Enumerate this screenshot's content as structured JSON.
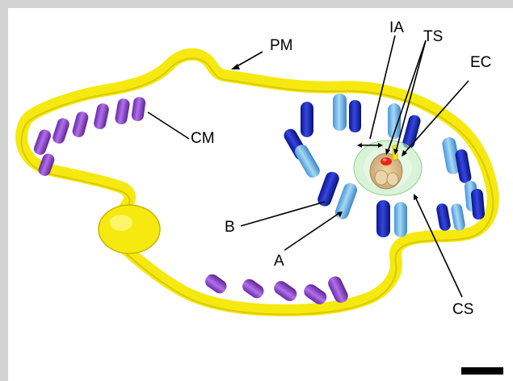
{
  "labels": {
    "pm": "PM",
    "cm": "CM",
    "ia": "IA",
    "ts": "TS",
    "ec": "EC",
    "b": "B",
    "a": "A",
    "cs": "CS"
  },
  "colors": {
    "background": "#ffffff",
    "frame": "#d3d3d3",
    "membrane": "#f5e90f",
    "membrane_edge": "#c9b400",
    "cm_cylinder": "#8a3fc7",
    "subunit_a": "#6ab8ea",
    "subunit_b": "#1421b8",
    "central_sheath": "#b8eab8",
    "tip_red": "#e8271a",
    "label_text": "#000000"
  }
}
